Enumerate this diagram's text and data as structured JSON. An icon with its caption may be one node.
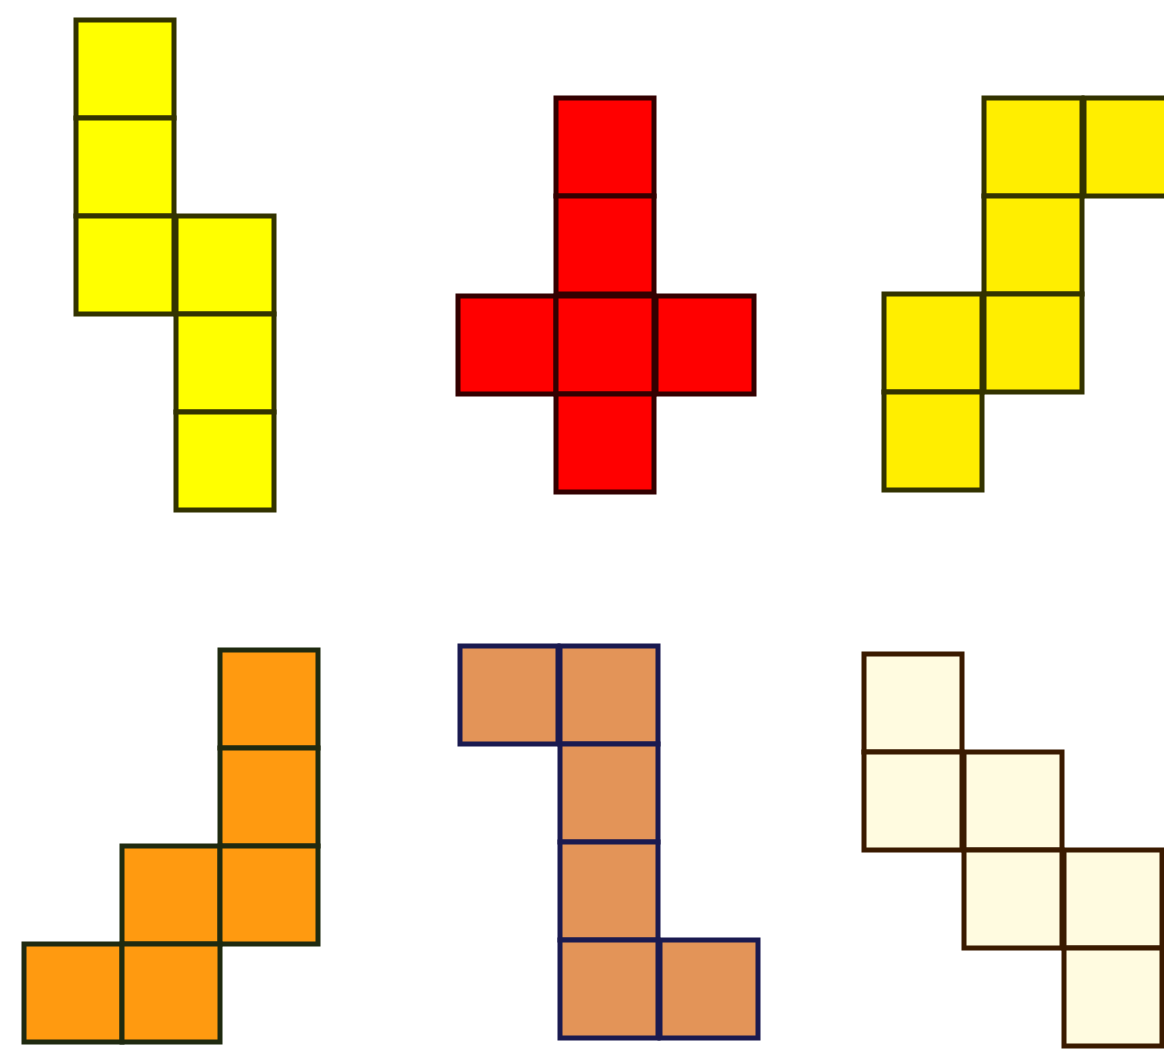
{
  "diagram": {
    "nodes": [
      {
        "text": [],
        "shape": "hexomino"
      },
      {
        "text": [],
        "shape": "hexomino"
      },
      {
        "text": [],
        "shape": "hexomino"
      },
      {
        "text": [],
        "shape": "hexomino"
      },
      {
        "text": [],
        "shape": "hexomino"
      },
      {
        "text": [],
        "shape": "hexomino"
      }
    ]
  }
}
